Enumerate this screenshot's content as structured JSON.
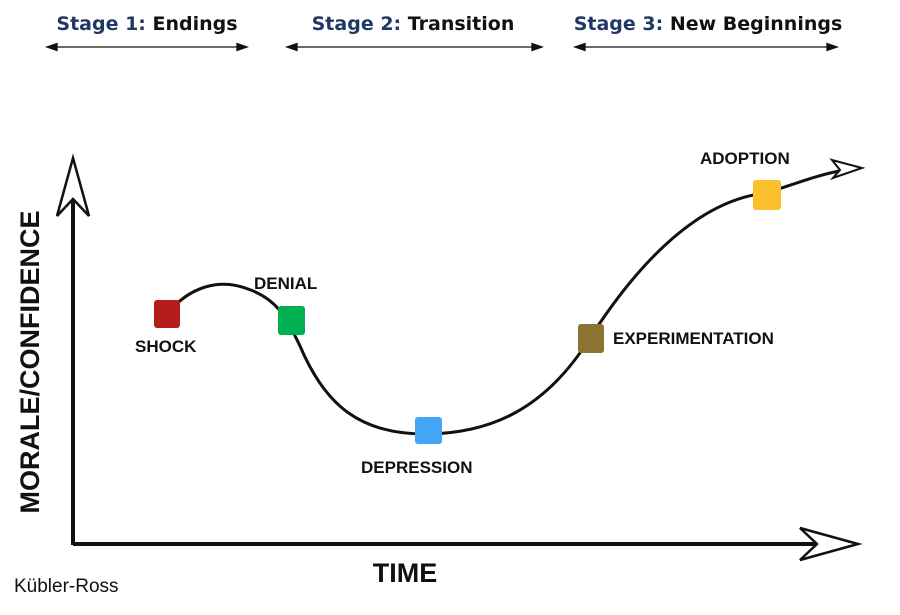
{
  "stages": [
    {
      "number": "Stage 1:",
      "name": "Endings"
    },
    {
      "number": "Stage 2:",
      "name": "Transition"
    },
    {
      "number": "Stage 3:",
      "name": "New Beginnings"
    }
  ],
  "axes": {
    "y_label": "MORALE/CONFIDENCE",
    "x_label": "TIME"
  },
  "points": [
    {
      "label": "SHOCK",
      "color": "#b71c1c"
    },
    {
      "label": "DENIAL",
      "color": "#00b050"
    },
    {
      "label": "DEPRESSION",
      "color": "#42a5f5"
    },
    {
      "label": "EXPERIMENTATION",
      "color": "#8b7332"
    },
    {
      "label": "ADOPTION",
      "color": "#fbc02d"
    }
  ],
  "credit": "Kübler-Ross"
}
